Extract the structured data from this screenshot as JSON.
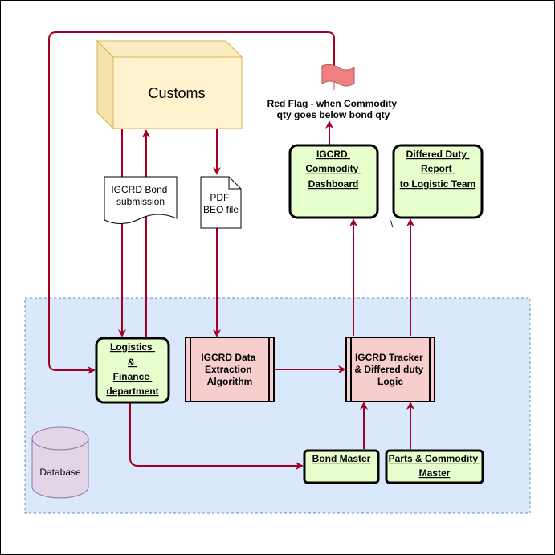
{
  "colors": {
    "arrow": "#a20025",
    "green_fill": "#e6ffcc",
    "pink_fill": "#f8cecc",
    "customs_fill": "#fff2cc",
    "customs_top": "#faecc0",
    "db_zone_fill": "#dae8fc",
    "db_zone_border": "#6c8ebf",
    "db_fill": "#e1d5e7",
    "db_border": "#9673a6",
    "flag": "#f08080"
  },
  "nodes": {
    "customs": "Customs",
    "bond_doc": [
      "IGCRD Bond",
      "submission"
    ],
    "pdf_doc": [
      "PDF",
      "BEO file"
    ],
    "flag_label": [
      "Red Flag - when Commodity",
      "qty goes below bond qty"
    ],
    "dashboard": [
      "IGCRD",
      "Commodity",
      "Dashboard"
    ],
    "duty_report": [
      "Differed Duty",
      "Report",
      "to Logistic Team"
    ],
    "logistics": [
      "Logistics",
      "&",
      "Finance",
      "department"
    ],
    "extraction": [
      "IGCRD Data",
      "Extraction",
      "Algorithm"
    ],
    "tracker": [
      "IGCRD Tracker",
      "& Differed duty",
      "Logic"
    ],
    "bond_master": "Bond Master",
    "parts_master": [
      "Parts & Commodity",
      "Master"
    ],
    "database": "Database",
    "stray_mark": "\\"
  }
}
